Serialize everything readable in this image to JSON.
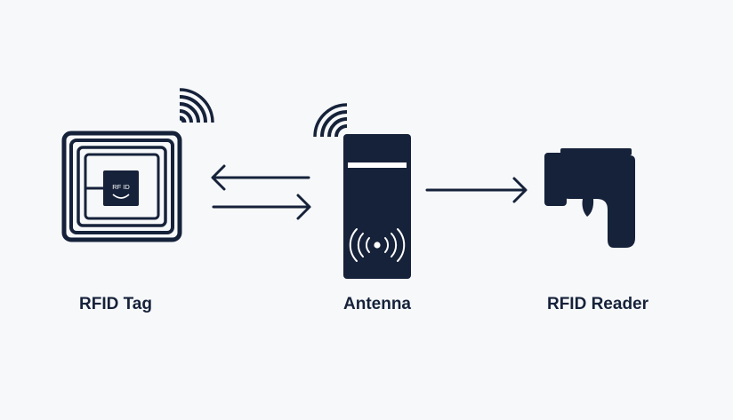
{
  "colors": {
    "background": "#f7f8fa",
    "primary": "#16223a",
    "light": "#ffffff"
  },
  "tag": {
    "label": "RFID Tag",
    "chip_text": "RF ID",
    "icon": "rfid-tag-icon"
  },
  "antenna": {
    "label": "Antenna",
    "icon": "antenna-tower-icon"
  },
  "reader": {
    "label": "RFID Reader",
    "icon": "handheld-scanner-icon"
  },
  "connections": [
    {
      "from": "antenna",
      "to": "tag",
      "direction": "left"
    },
    {
      "from": "tag",
      "to": "antenna",
      "direction": "right"
    },
    {
      "from": "antenna",
      "to": "reader",
      "direction": "right"
    }
  ]
}
